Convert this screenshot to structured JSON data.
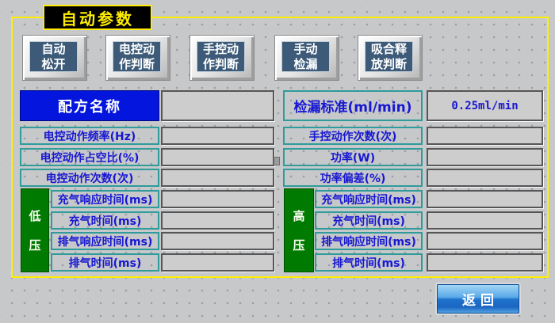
{
  "title": "自动参数",
  "buttons": [
    {
      "name": "auto-release",
      "line1": "自动",
      "line2": "松开"
    },
    {
      "name": "electric-action-judge",
      "line1": "电控动",
      "line2": "作判断"
    },
    {
      "name": "manual-action-judge",
      "line1": "手控动",
      "line2": "作判断"
    },
    {
      "name": "manual-leak-check",
      "line1": "手动",
      "line2": "检漏"
    },
    {
      "name": "pickup-release-judge",
      "line1": "吸合释",
      "line2": "放判断"
    }
  ],
  "left_table": {
    "header": {
      "label": "配方名称",
      "value": ""
    },
    "rows": [
      {
        "label": "电控动作频率(Hz)",
        "value": ""
      },
      {
        "label": "电控动作占空比(%)",
        "value": ""
      },
      {
        "label": "电控动作次数(次)",
        "value": ""
      }
    ],
    "group": {
      "line1": "低",
      "line2": "压",
      "rows": [
        {
          "label": "充气响应时间(ms)",
          "value": ""
        },
        {
          "label": "充气时间(ms)",
          "value": ""
        },
        {
          "label": "排气响应时间(ms)",
          "value": ""
        },
        {
          "label": "排气时间(ms)",
          "value": ""
        }
      ]
    }
  },
  "right_table": {
    "header": {
      "label": "检漏标准(ml/min)",
      "value": "0.25ml/min"
    },
    "rows": [
      {
        "label": "手控动作次数(次)",
        "value": ""
      },
      {
        "label": "功率(W)",
        "value": ""
      },
      {
        "label": "功率偏差(%)",
        "value": ""
      }
    ],
    "group": {
      "line1": "高",
      "line2": "压",
      "rows": [
        {
          "label": "充气响应时间(ms)",
          "value": ""
        },
        {
          "label": "充气时间(ms)",
          "value": ""
        },
        {
          "label": "排气响应时间(ms)",
          "value": ""
        },
        {
          "label": "排气时间(ms)",
          "value": ""
        }
      ]
    }
  },
  "return_button": "返回",
  "colors": {
    "accent_yellow": "#ffee00",
    "header_blue": "#0415dd",
    "label_blue": "#1717d2",
    "label_border_teal": "#2f9b9b",
    "group_green": "#007a00",
    "button_face_blue": "#3d5b79",
    "return_blue": "#1f72cc"
  }
}
